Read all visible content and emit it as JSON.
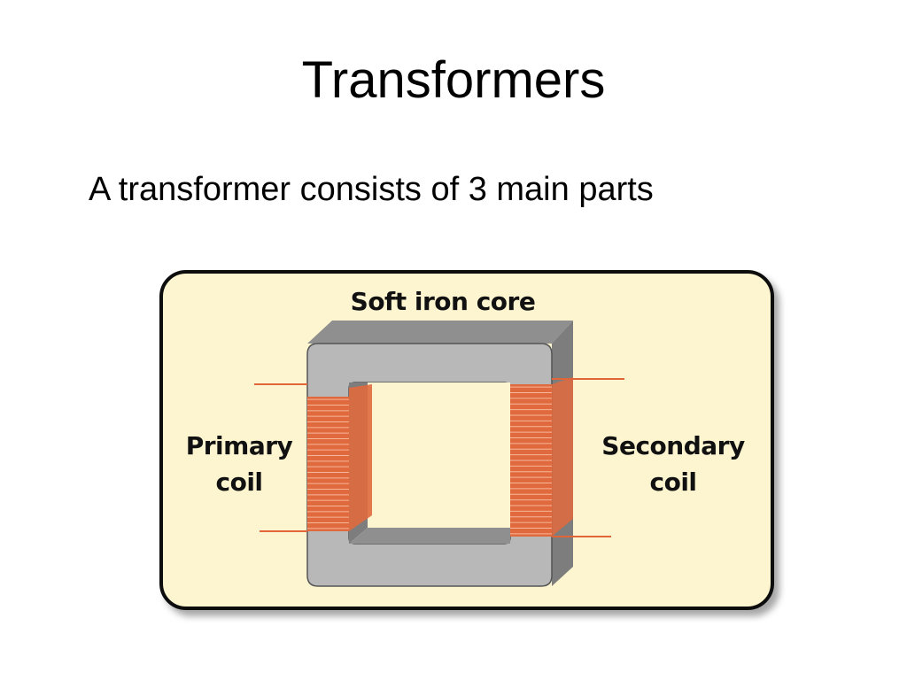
{
  "slide": {
    "title": "Transformers",
    "body": "A transformer consists of 3 main parts"
  },
  "diagram": {
    "core_label": "Soft iron core",
    "primary_label_line1": "Primary",
    "primary_label_line2": "coil",
    "secondary_label_line1": "Secondary",
    "secondary_label_line2": "coil",
    "primary_turns": 24,
    "secondary_turns": 27,
    "colors": {
      "panel_background": "#fdf5d0",
      "panel_border": "#111111",
      "core_front": "#b8b8b8",
      "core_side": "#7d7d7d",
      "core_top": "#8f8f8f",
      "coil": "#e06a3e",
      "wire": "#e0663a"
    }
  }
}
